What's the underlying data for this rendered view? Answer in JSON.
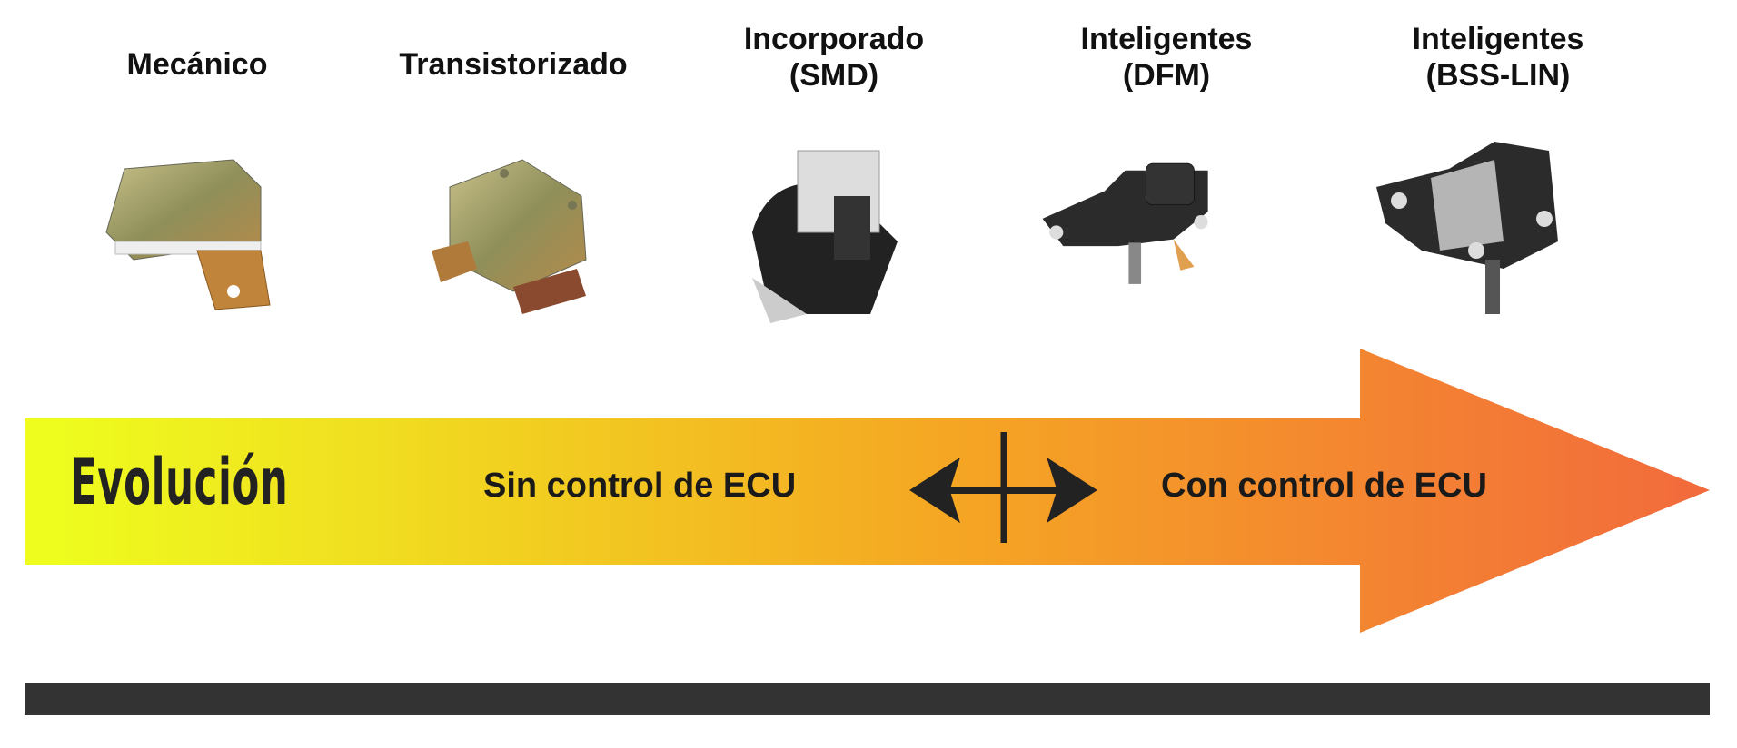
{
  "categories": [
    {
      "line1": "Mecánico",
      "line2": ""
    },
    {
      "line1": "Transistorizado",
      "line2": ""
    },
    {
      "line1": "Incorporado",
      "line2": "(SMD)"
    },
    {
      "line1": "Inteligentes",
      "line2": "(DFM)"
    },
    {
      "line1": "Inteligentes",
      "line2": "(BSS-LIN)"
    }
  ],
  "arrow": {
    "label": "Evolución",
    "left_text": "Sin control de ECU",
    "right_text": "Con control de ECU",
    "color_start": "#eefc1e",
    "color_mid": "#f5a623",
    "color_end": "#f26a3c"
  },
  "bottom_bar_color": "#333333"
}
